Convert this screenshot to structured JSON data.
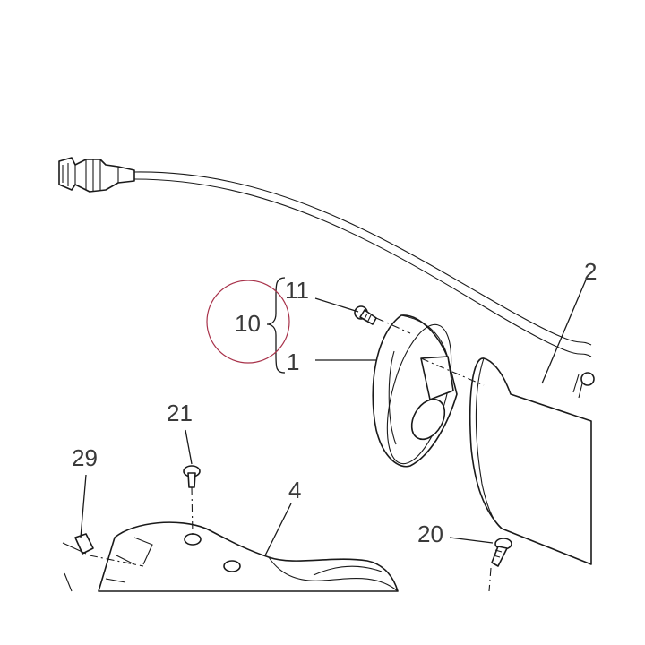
{
  "callouts": {
    "c2": "2",
    "c10": "10",
    "c11": "11",
    "c1": "1",
    "c21": "21",
    "c29": "29",
    "c4": "4",
    "c20": "20"
  },
  "highlight_color": "#a8324a"
}
